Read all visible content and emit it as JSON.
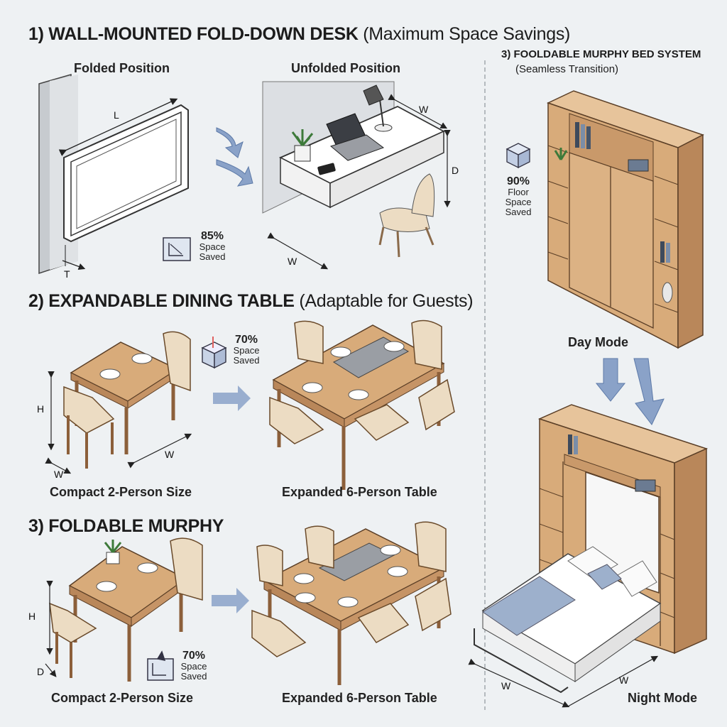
{
  "section1": {
    "number": "1)",
    "title": "WALL-MOUNTED FOLD-DOWN DESK",
    "subtitle": "(Maximum Space Savings)",
    "folded_label": "Folded Position",
    "unfolded_label": "Unfolded Position",
    "saving": {
      "percent": "85%",
      "line1": "Space",
      "line2": "Saved"
    },
    "dims": {
      "length": "L",
      "thickness": "T",
      "width": "W",
      "width_top": "W",
      "depth": "D"
    }
  },
  "section2": {
    "number": "2)",
    "title": "EXPANDABLE DINING TABLE",
    "subtitle": "(Adaptable for Guests)",
    "compact_label": "Compact 2-Person Size",
    "expanded_label": "Expanded 6-Person Table",
    "saving": {
      "percent": "70%",
      "line1": "Space",
      "line2": "Saved"
    },
    "dims": {
      "height": "H",
      "width": "W",
      "depth": "W"
    }
  },
  "section3": {
    "number": "3)",
    "title": "FOLDABLE MURPHY",
    "compact_label": "Compact 2-Person Size",
    "expanded_label": "Expanded 6-Person Table",
    "saving": {
      "percent": "70%",
      "line1": "Space",
      "line2": "Saved"
    },
    "dims": {
      "height": "H",
      "depth": "D"
    }
  },
  "murphy": {
    "title": "3) FOOLDABLE MURPHY BED SYSTEM",
    "subtitle": "(Seamless Transition)",
    "saving": {
      "percent": "90%",
      "line1": "Floor",
      "line2": "Space",
      "line3": "Saved"
    },
    "day_label": "Day Mode",
    "night_label": "Night Mode",
    "dims": {
      "width_left": "W",
      "width_right": "W"
    }
  },
  "colors": {
    "background": "#eef1f3",
    "wood": "#d8ab7a",
    "wood_dark": "#b9875a",
    "wood_light": "#e7c49b",
    "wall": "#cfd3d7",
    "arrow": "#8aa2c8",
    "chair_seat": "#ecdcc3",
    "bedding_blue": "#9db0cc"
  }
}
